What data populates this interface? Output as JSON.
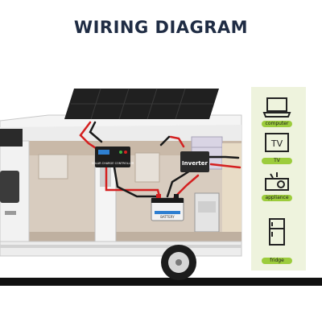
{
  "title": "WIRING DIAGRAM",
  "controller_label": "SOLAR CHARGE CONTROLLER",
  "inverter_label": "Inverter",
  "battery_label": "BATTERY",
  "devices": [
    {
      "label": "computer",
      "icon": "laptop-icon"
    },
    {
      "label": "TV",
      "icon": "tv-icon"
    },
    {
      "label": "appliance",
      "icon": "projector-icon"
    },
    {
      "label": "fridge",
      "icon": "fridge-icon"
    }
  ],
  "tv_icon_text": "TV",
  "colors": {
    "title": "#1f2c44",
    "tag": "#9ccc3c",
    "panel": "#eef3dd",
    "red_wire": "#d42020",
    "black_wire": "#1a1a1a"
  }
}
